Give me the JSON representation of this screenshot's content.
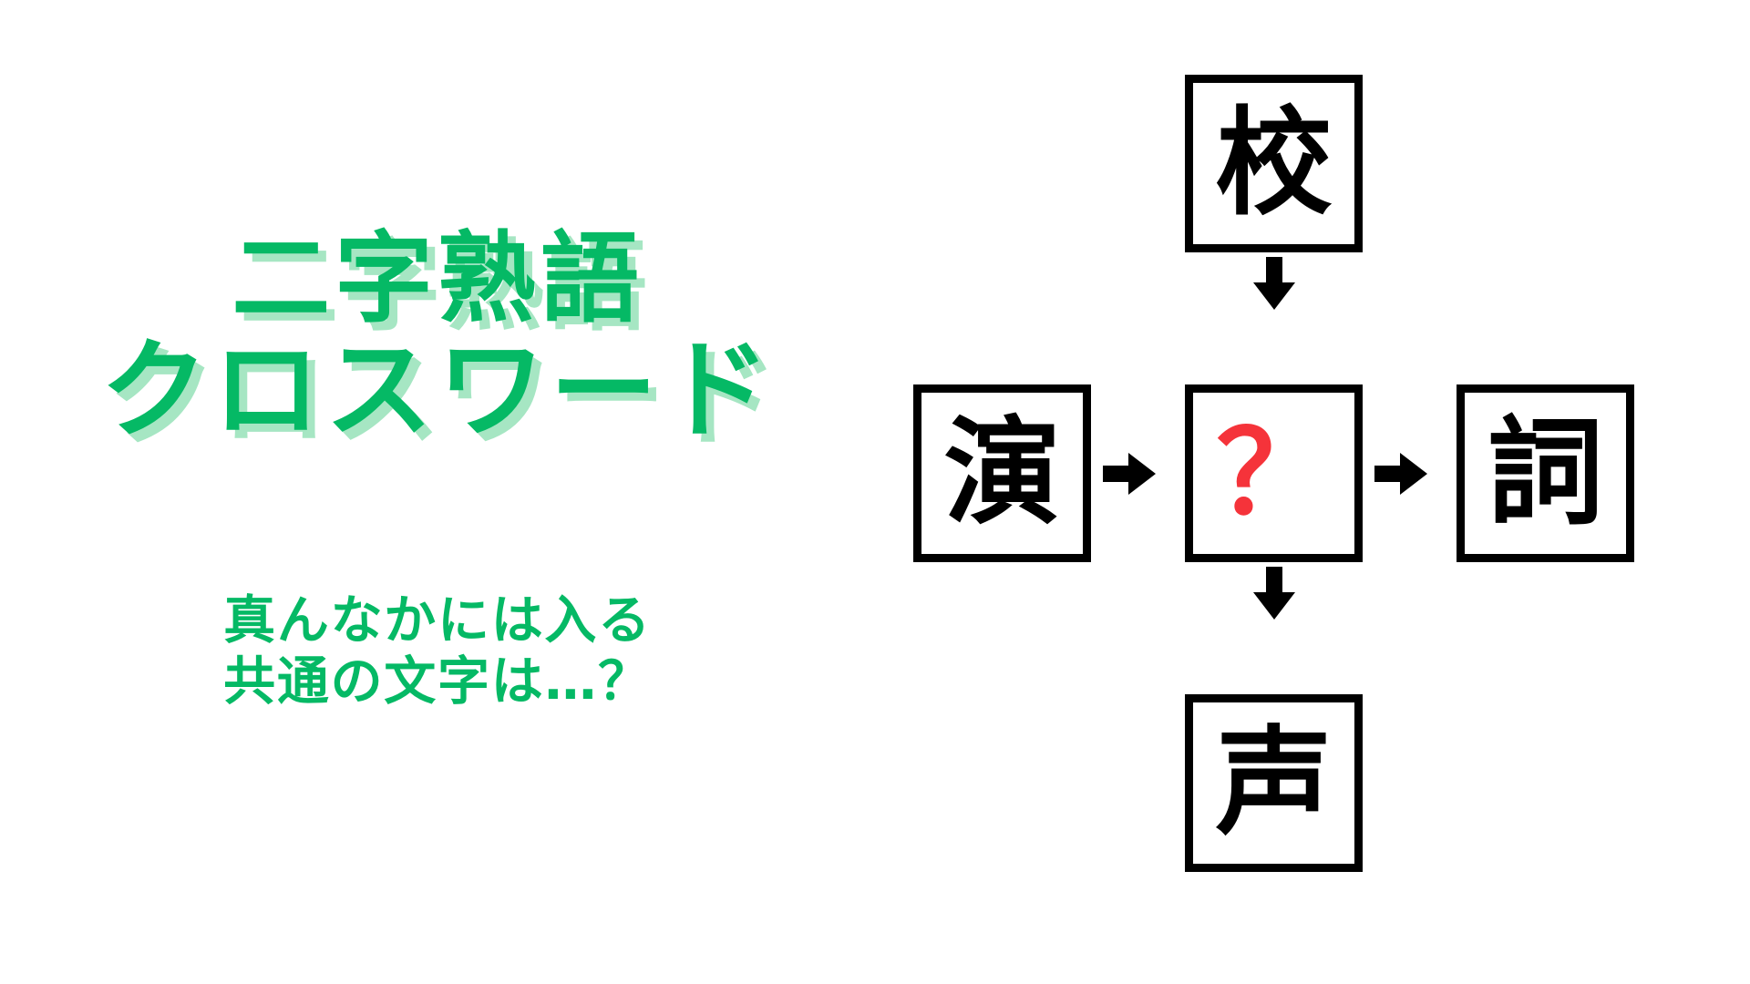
{
  "background_color": "#ffffff",
  "accent_color": "#05b965",
  "shadow_color": "#a6e6c3",
  "answer_color": "#f5333a",
  "border_color": "#000000",
  "title": {
    "line1": "二字熟語",
    "line2": "クロスワード"
  },
  "subtitle": {
    "line1": "真んなかには入る",
    "line2": "共通の文字は…？"
  },
  "puzzle": {
    "cells": {
      "top": "校",
      "left": "演",
      "center": "？",
      "right": "詞",
      "bottom": "声"
    },
    "arrows": {
      "top_to_center": "arrow-down",
      "center_to_bottom": "arrow-down",
      "left_to_center": "arrow-right",
      "center_to_right": "arrow-right"
    }
  }
}
